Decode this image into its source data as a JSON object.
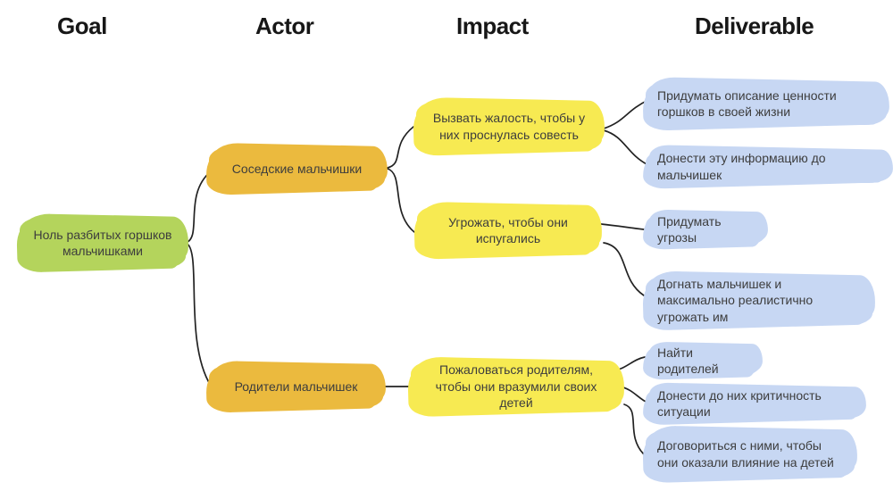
{
  "header": {
    "columns": [
      {
        "label": "Goal"
      },
      {
        "label": "Actor"
      },
      {
        "label": "Impact"
      },
      {
        "label": "Deliverable"
      }
    ]
  },
  "colors": {
    "goal": "#b4d45c",
    "actor": "#ebba3e",
    "impact": "#f7ea52",
    "deliverable": "#c7d7f3",
    "connector": "#222222",
    "node_text": "#3d3d3d",
    "heading_text": "#171717"
  },
  "nodes": {
    "goal": {
      "label": "Ноль разбитых горшков мальчишками"
    },
    "actors": [
      {
        "label": "Соседские мальчишки"
      },
      {
        "label": "Родители мальчишек"
      }
    ],
    "impacts": [
      {
        "label": "Вызвать жалость, чтобы у них проснулась совесть"
      },
      {
        "label": "Угрожать, чтобы они испугались"
      },
      {
        "label": "Пожаловаться родителям, чтобы они вразумили своих детей"
      }
    ],
    "deliverables": [
      {
        "label": "Придумать описание ценности горшков в своей жизни"
      },
      {
        "label": "Донести эту информацию до мальчишек"
      },
      {
        "label": "Придумать угрозы"
      },
      {
        "label": "Догнать мальчишек и максимально реалистично угрожать им"
      },
      {
        "label": "Найти родителей"
      },
      {
        "label": "Донести до них критичность ситуации"
      },
      {
        "label": "Договориться с ними, чтобы они оказали влияние на детей"
      }
    ]
  }
}
